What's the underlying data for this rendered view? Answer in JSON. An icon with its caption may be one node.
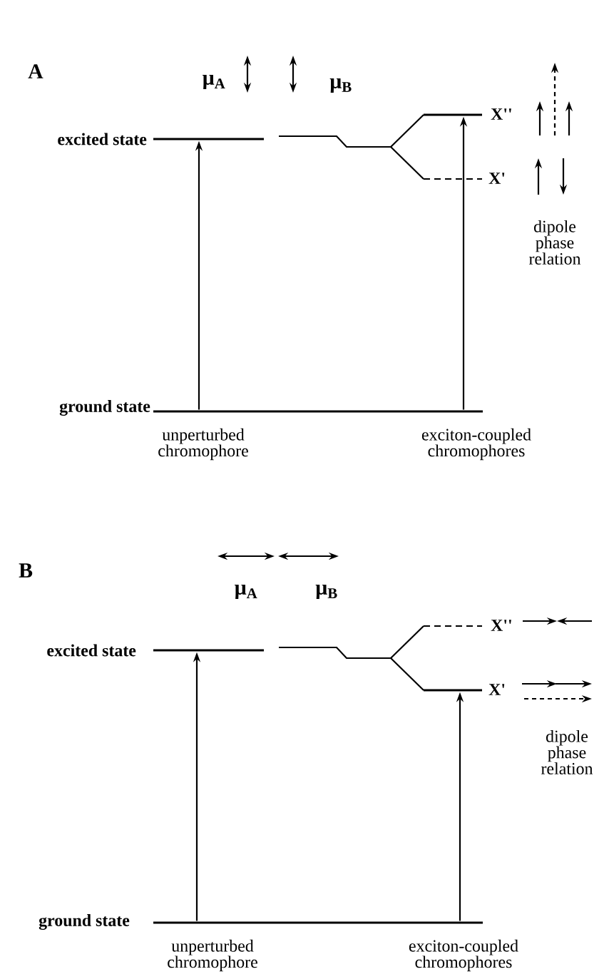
{
  "diagram": {
    "nodes": [
      {
        "text": [],
        "shape": "bar"
      },
      {
        "text": [],
        "shape": "bar"
      },
      {
        "text": [],
        "shape": "bar"
      },
      {
        "text": [],
        "shape": "bar"
      },
      {
        "text": [],
        "shape": "bar"
      },
      {
        "text": [],
        "shape": "bar"
      }
    ],
    "edges": [
      {
        "from": 0,
        "to": 1,
        "arrow": "to"
      },
      {
        "from": 0,
        "to": 2,
        "arrow": "to"
      },
      {
        "from": 3,
        "to": 4,
        "arrow": "to"
      },
      {
        "from": 3,
        "to": 5,
        "arrow": "to"
      }
    ],
    "labels": [
      "A",
      "μ$_{A}$",
      "μ$_{B}$",
      "X''",
      "excited state",
      "X'",
      "dipole phase relation",
      "ground state",
      "unperturbed chromophore",
      "exciton-coupled chromophores",
      "B",
      "μ$_{A}$",
      "μ$_{B}$",
      "X''",
      "excited state",
      "X'",
      "dipole phase relation",
      "ground state",
      "unperturbed chromophore",
      "exciton-coupled chromophores"
    ]
  }
}
